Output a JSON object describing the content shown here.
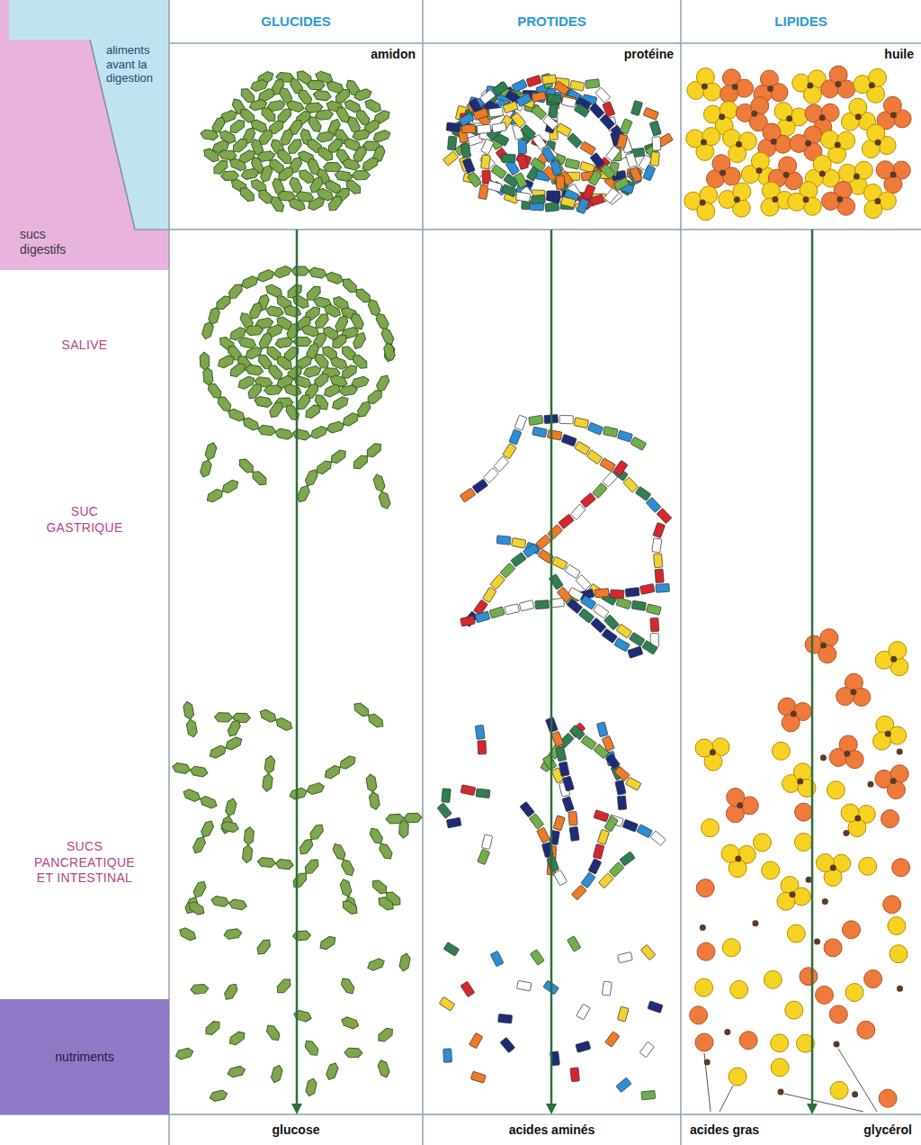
{
  "diagram": {
    "nodes": [
      {
        "text": [
          "aliments avant la digestion"
        ]
      },
      {
        "text": [
          "sucs digestifs"
        ]
      },
      {
        "text": [
          "nutriments"
        ]
      },
      {
        "text": [
          "GLUCIDES"
        ]
      },
      {
        "text": [
          "PROTIDES"
        ]
      },
      {
        "text": [
          "LIPIDES"
        ]
      },
      {
        "text": [
          "amidon"
        ]
      },
      {
        "text": [
          "protéine"
        ]
      },
      {
        "text": [
          "huile"
        ]
      },
      {
        "text": [
          "glucose"
        ]
      },
      {
        "text": [
          "acides aminés"
        ]
      },
      {
        "text": [
          "acides gras",
          "glycérol"
        ]
      }
    ],
    "edges": [
      {
        "from": 6,
        "to": 9,
        "arrow": "to"
      },
      {
        "from": 7,
        "to": 10,
        "arrow": "to"
      },
      {
        "from": 8,
        "to": 11,
        "arrow": "to"
      }
    ],
    "labels": [
      "SALIVE",
      "SUC GASTRIQUE",
      "SUCS PANCREATIQUE ET INTESTINAL"
    ]
  }
}
